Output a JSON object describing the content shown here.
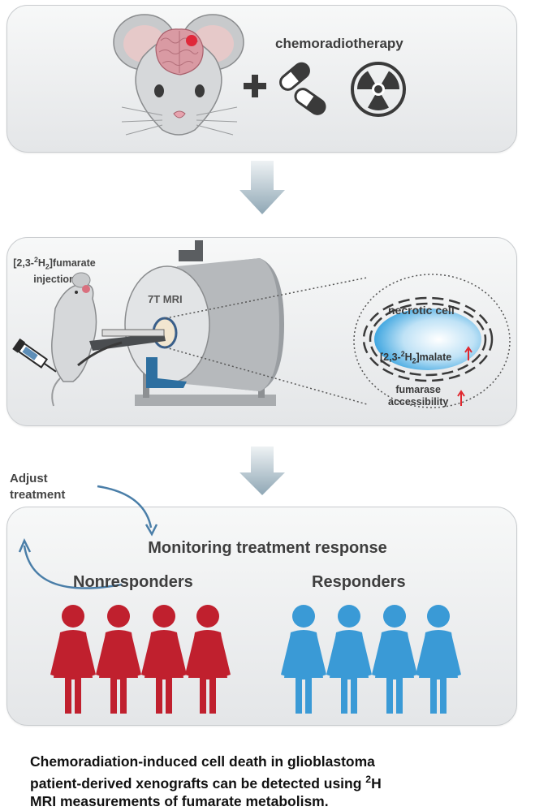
{
  "panel1": {
    "treatment_label": "chemoradiotherapy"
  },
  "panel2": {
    "injection_label_pre": "[2,3-",
    "injection_label_sup": "2",
    "injection_label_h": "H",
    "injection_label_sub": "2",
    "injection_label_post": "]fumarate",
    "injection_label_line2": "injection",
    "mri_label": "7T MRI",
    "cell_label": "necrotic cell",
    "malate_pre": "[2,3-",
    "malate_sup": "2",
    "malate_h": "H",
    "malate_sub": "2",
    "malate_post": "]malate",
    "fumarase_line1": "fumarase",
    "fumarase_line2": "accessibility"
  },
  "panel3": {
    "adjust_line1": "Adjust",
    "adjust_line2": "treatment",
    "title": "Monitoring treatment response",
    "group_left": "Nonresponders",
    "group_right": "Responders"
  },
  "caption": {
    "line1": "Chemoradiation-induced cell death in glioblastoma",
    "line2_pre": "patient-derived xenografts can be detected using ",
    "line2_sup": "2",
    "line2_post": "H",
    "line3": "MRI measurements of fumarate metabolism."
  },
  "colors": {
    "nonresponder": "#c0202e",
    "responder": "#3a9ad6",
    "arrow": "#8fa7b5",
    "cycle_arrow": "#4a7ea8"
  }
}
